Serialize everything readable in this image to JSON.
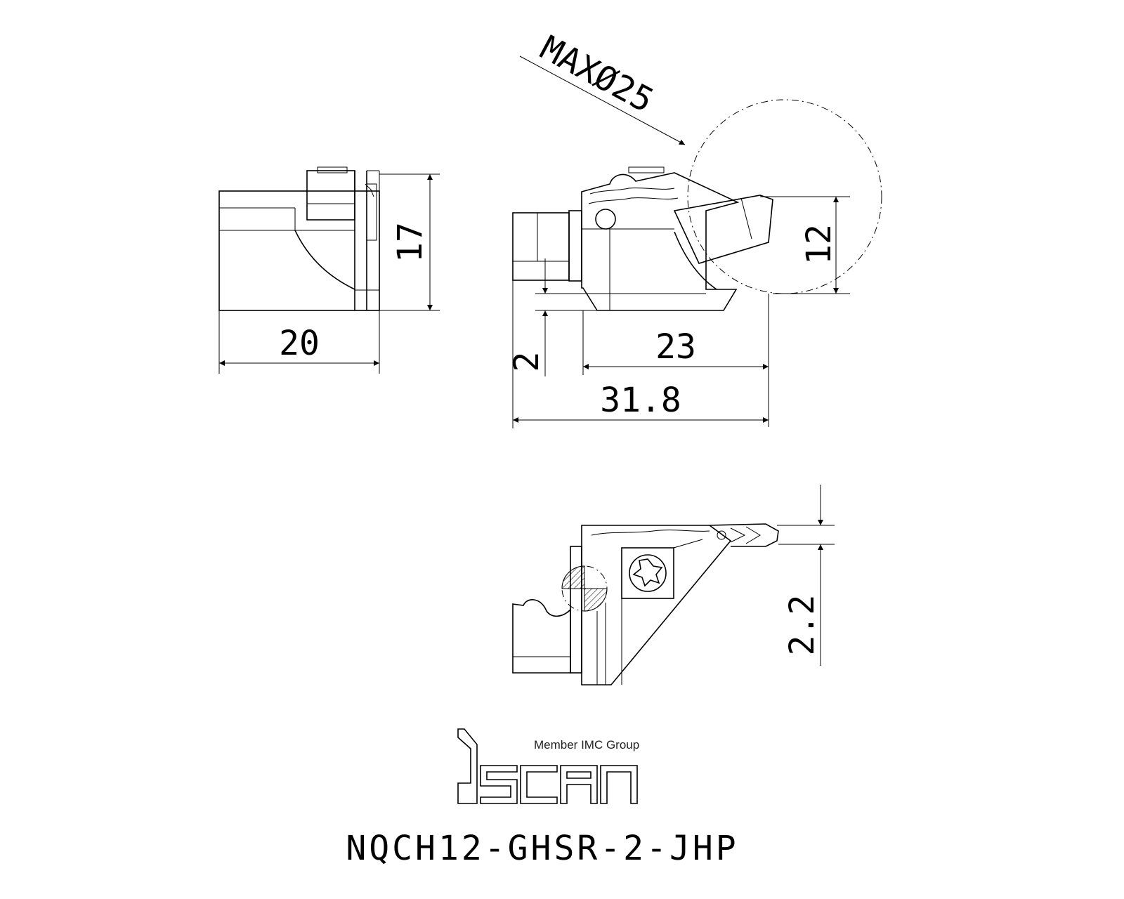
{
  "drawing": {
    "dimensions": {
      "side_width": "20",
      "side_height": "17",
      "front_height": "12",
      "front_width_inner": "23",
      "front_width_total": "31.8",
      "front_offset": "2",
      "max_diameter": "MAXØ25",
      "top_offset": "2.2"
    },
    "logo": {
      "brand": "iscar",
      "tagline": "Member IMC Group"
    },
    "part_number": "NQCH12-GHSR-2-JHP"
  }
}
